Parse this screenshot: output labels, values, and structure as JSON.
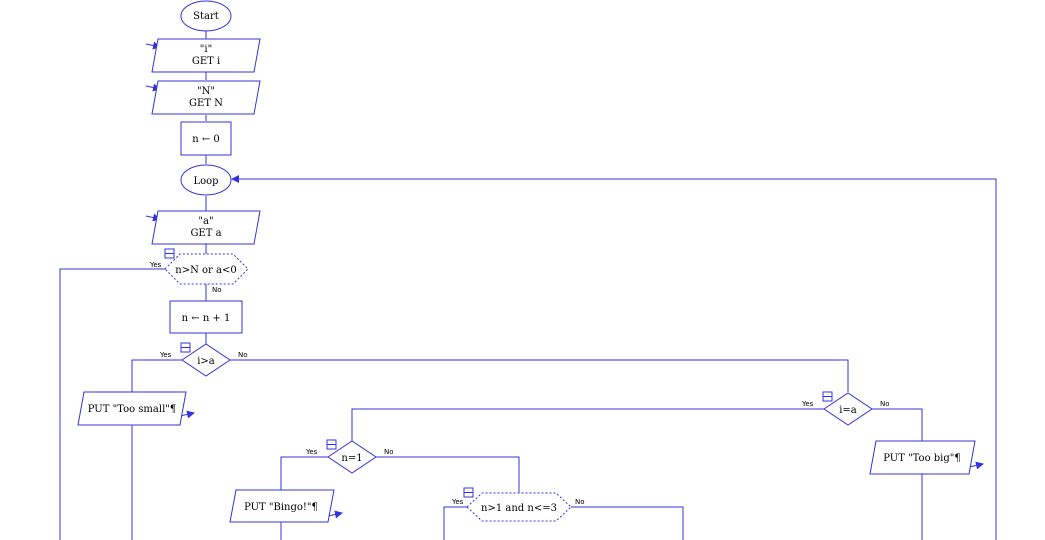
{
  "flowchart": {
    "start": "Start",
    "input_i": {
      "prompt": "\"i\"",
      "action": "GET i"
    },
    "input_N": {
      "prompt": "\"N\"",
      "action": "GET N"
    },
    "init_n": "n ← 0",
    "loop": "Loop",
    "input_a": {
      "prompt": "\"a\"",
      "action": "GET a"
    },
    "cond_exit": "n>N or a<0",
    "increment": "n ← n + 1",
    "cond_gt": "i>a",
    "out_small": "PUT \"Too small\"¶",
    "cond_eq": "i=a",
    "out_big": "PUT \"Too big\"¶",
    "cond_n1": "n=1",
    "out_bingo": "PUT \"Bingo!\"¶",
    "cond_n3": "n>1 and n<=3",
    "yes_label": "Yes",
    "no_label": "No"
  },
  "colors": {
    "stroke": "#3333dd",
    "fill": "#ffffff",
    "text": "#000000"
  }
}
